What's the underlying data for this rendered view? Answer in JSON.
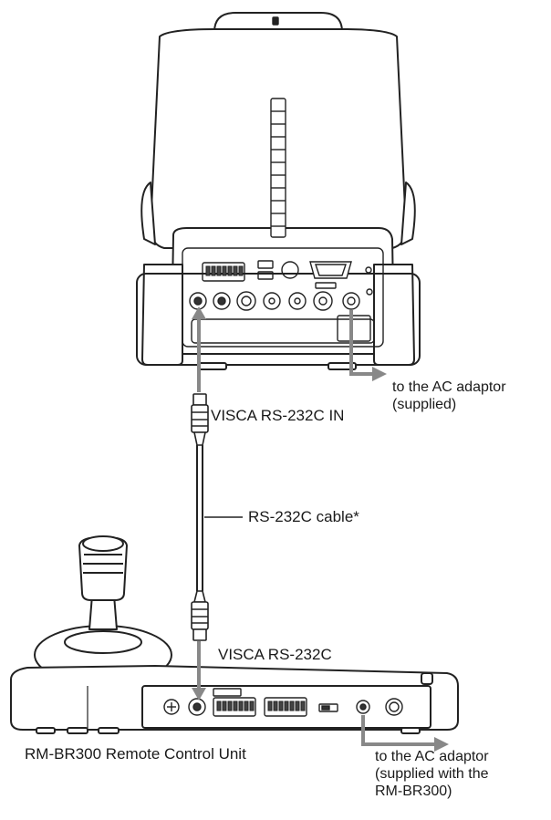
{
  "labels": {
    "visca_in": "VISCA RS-232C IN",
    "cable": "RS-232C cable*",
    "visca_out": "VISCA RS-232C",
    "remote_unit": "RM-BR300 Remote Control Unit",
    "ac_camera": [
      "to the AC adaptor",
      "(supplied)"
    ],
    "ac_remote": [
      "to the AC adaptor",
      "(supplied with the",
      "RM-BR300)"
    ]
  }
}
